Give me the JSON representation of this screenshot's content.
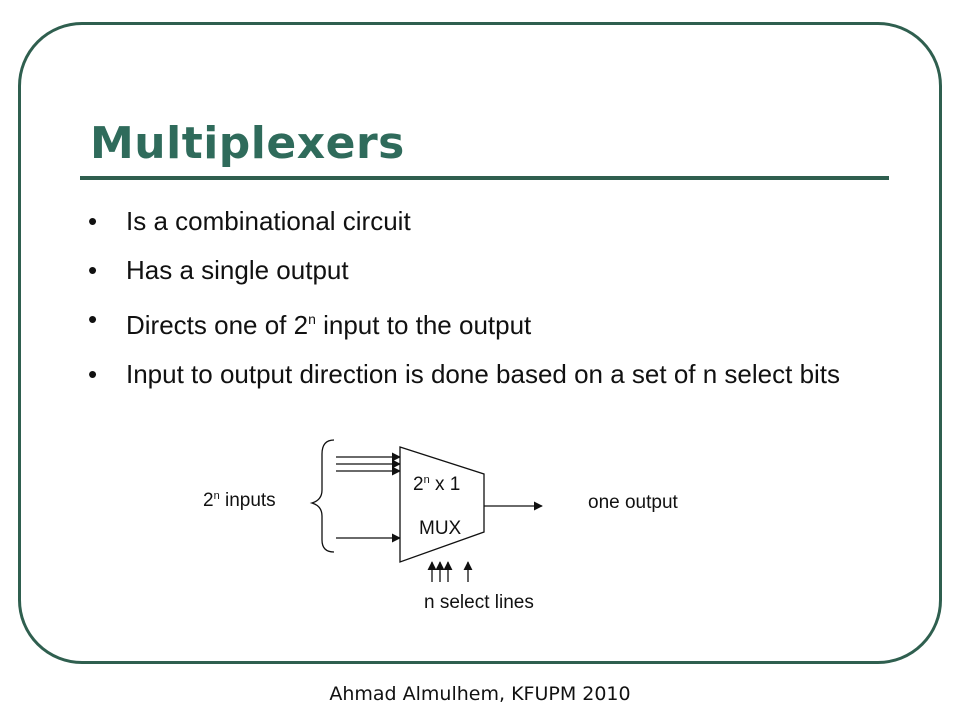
{
  "slide": {
    "title": "Multiplexers",
    "bullets": [
      {
        "text": "Is a combinational  circuit"
      },
      {
        "text": "Has a single output"
      },
      {
        "text_before": "Directs one of 2",
        "sup": "n",
        "text_after": " input to the output"
      },
      {
        "text": "Input to output direction is done based on a set of n select bits"
      }
    ],
    "bullet_symbol": "•",
    "footer": "Ahmad Almulhem, KFUPM 2010"
  },
  "diagram": {
    "inputs_label": {
      "base": "2",
      "sup": "n",
      "rest": " inputs"
    },
    "mux_size": {
      "base": "2",
      "sup": "n",
      "rest": " x 1"
    },
    "mux_name": "MUX",
    "output_label": "one output",
    "select_label": "n select lines"
  },
  "colors": {
    "frame": "#2f5f4f",
    "title": "#2f6b5b",
    "text": "#111111"
  }
}
